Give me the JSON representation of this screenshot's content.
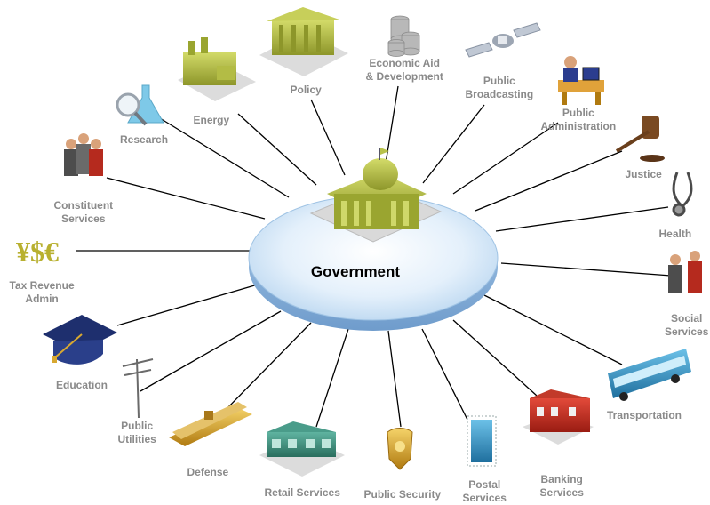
{
  "center": {
    "title": "Government"
  },
  "nodes": [
    {
      "id": "policy",
      "label": "Policy",
      "icon": "temple-icon"
    },
    {
      "id": "energy",
      "label": "Energy",
      "icon": "factory-icon"
    },
    {
      "id": "economic-aid",
      "label": "Economic Aid\n& Development",
      "icon": "coin-stack-icon"
    },
    {
      "id": "public-broadcasting",
      "label": "Public\nBroadcasting",
      "icon": "satellite-icon"
    },
    {
      "id": "public-administration",
      "label": "Public\nAdministration",
      "icon": "office-worker-icon"
    },
    {
      "id": "research",
      "label": "Research",
      "icon": "magnifier-flask-icon"
    },
    {
      "id": "justice",
      "label": "Justice",
      "icon": "gavel-icon"
    },
    {
      "id": "constituent-services",
      "label": "Constituent\nServices",
      "icon": "people-icon"
    },
    {
      "id": "health",
      "label": "Health",
      "icon": "stethoscope-icon"
    },
    {
      "id": "tax-revenue",
      "label": "Tax Revenue\nAdmin",
      "icon": "currency-icon"
    },
    {
      "id": "social-services",
      "label": "Social\nServices",
      "icon": "people-pair-icon"
    },
    {
      "id": "education",
      "label": "Education",
      "icon": "graduation-cap-icon"
    },
    {
      "id": "transportation",
      "label": "Transportation",
      "icon": "bus-icon"
    },
    {
      "id": "public-utilities",
      "label": "Public\nUtilities",
      "icon": "utility-pole-icon"
    },
    {
      "id": "defense",
      "label": "Defense",
      "icon": "aircraft-carrier-icon"
    },
    {
      "id": "retail-services",
      "label": "Retail Services",
      "icon": "store-icon"
    },
    {
      "id": "public-security",
      "label": "Public Security",
      "icon": "police-badge-icon"
    },
    {
      "id": "postal-services",
      "label": "Postal\nServices",
      "icon": "stamp-icon"
    },
    {
      "id": "banking-services",
      "label": "Banking\nServices",
      "icon": "bank-icon"
    }
  ],
  "colors": {
    "label": "#8a8a8a",
    "line": "#000000",
    "disc_top": "#dfeefa",
    "disc_edge": "#9fc3e4",
    "building": "#a8b23a"
  }
}
